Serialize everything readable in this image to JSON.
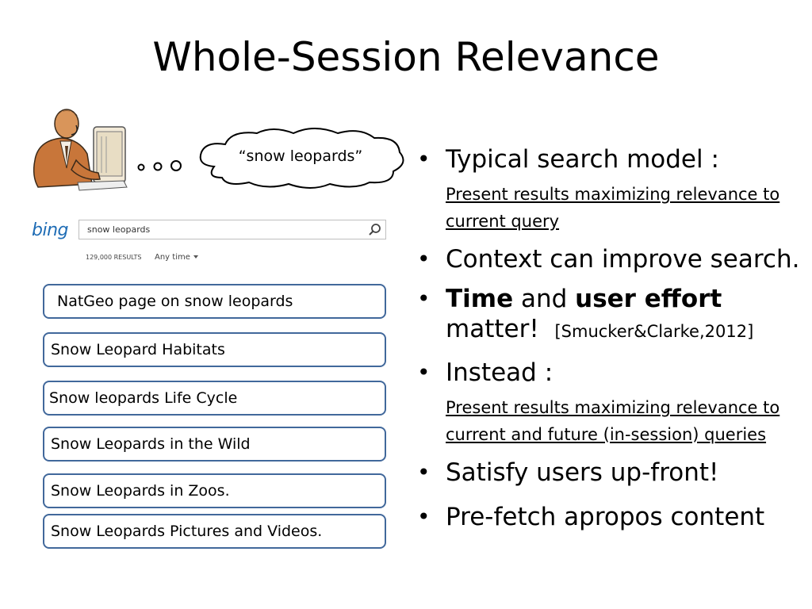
{
  "slide": {
    "title": "Whole-Session Relevance"
  },
  "thought_bubble": {
    "text": "“snow leopards”"
  },
  "search": {
    "logo": "bing",
    "query": "snow leopards",
    "results_count": "129,000 RESULTS",
    "time_filter": "Any time",
    "icon": "search-icon"
  },
  "results": [
    "NatGeo page on snow leopards",
    "Snow Leopard Habitats",
    "Snow leopards Life Cycle",
    "Snow Leopards in the Wild",
    "Snow Leopards in Zoos.",
    "Snow Leopards Pictures and Videos."
  ],
  "bullets": {
    "b1": "Typical search model :",
    "b1_sub": "Present results maximizing relevance to current query",
    "b2": "Context can improve search.",
    "b3_bold1": "Time",
    "b3_mid": " and ",
    "b3_bold2": "user effort",
    "b3_end": " matter!",
    "b3_cite": "[Smucker&Clarke,2012]",
    "b4": "Instead :",
    "b4_sub": "Present results maximizing relevance to current and future (in-session) queries",
    "b5": "Satisfy users up-front!",
    "b6": "Pre-fetch apropos content"
  },
  "colors": {
    "result_border": "#41689b",
    "bing_blue": "#1e6cb5"
  }
}
